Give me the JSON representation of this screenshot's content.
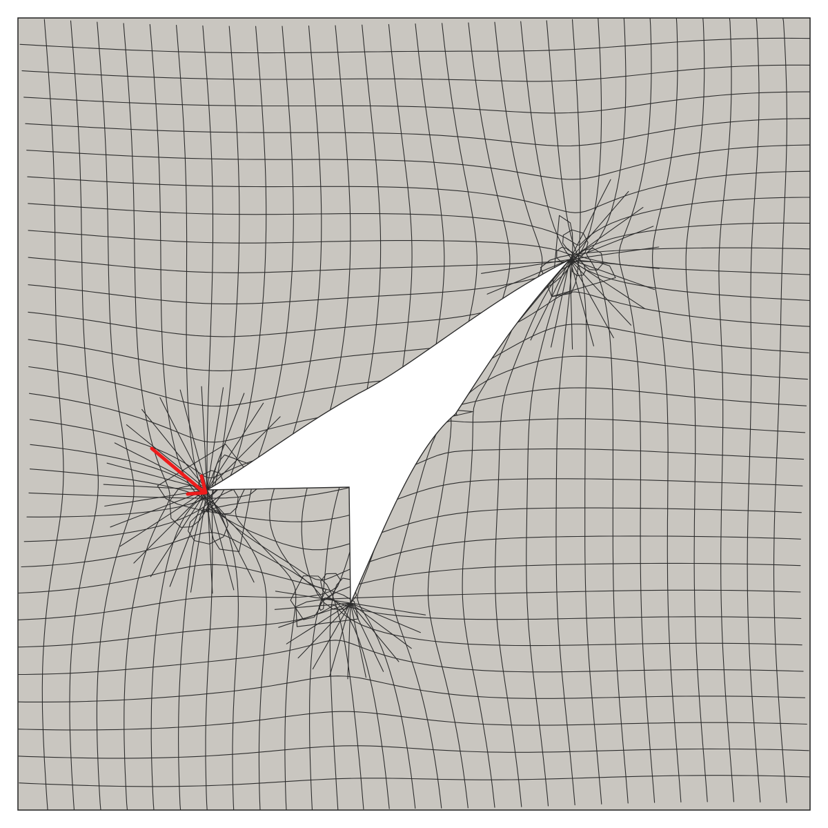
{
  "figure": {
    "description_type": "quad-dominant finite element mesh around a sharp reentrant cavity",
    "colors": {
      "background": "#ffffff",
      "mesh_fill": "#c9c6c0",
      "mesh_edge": "#2b2b2b",
      "hole": "#ffffff",
      "pointer": "#ee1c1c"
    },
    "annotations": [
      {
        "kind": "arrow",
        "target": "cavity-left-tip",
        "color_key": "pointer"
      }
    ]
  }
}
